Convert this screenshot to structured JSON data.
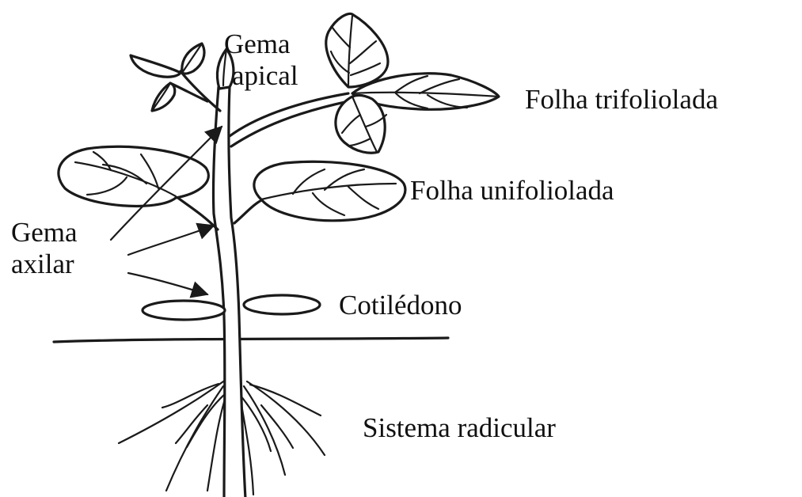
{
  "labels": {
    "gema_apical_1": "Gema",
    "gema_apical_2": "apical",
    "folha_trifoliolada": "Folha trifoliolada",
    "folha_unifoliolada": "Folha unifoliolada",
    "gema_axilar_1": "Gema",
    "gema_axilar_2": "axilar",
    "cotiledono": "Cotilédono",
    "sistema_radicular": "Sistema radicular"
  },
  "colors": {
    "ink": "#1a1a1a",
    "background": "#ffffff"
  }
}
